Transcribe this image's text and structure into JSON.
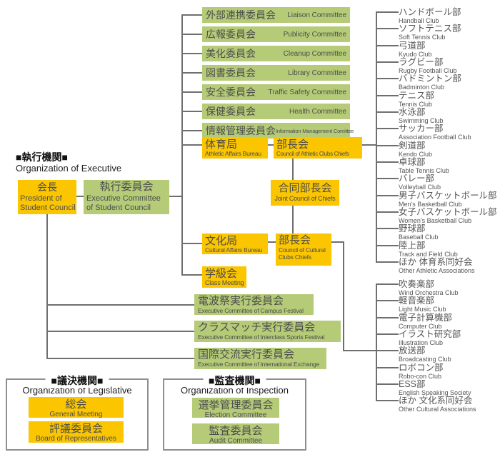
{
  "colors": {
    "orange": "#fbc600",
    "green": "#b5cb78",
    "line": "#6f6f6f",
    "text": "#4d4d4d"
  },
  "executive": {
    "title_jp": "■執行機関■",
    "title_en": "Organization of Executive",
    "president": {
      "jp": "会長",
      "en": "President of\nStudent Council"
    },
    "executive_committee": {
      "jp": "執行委員会",
      "en": "Executive Committee\nof Student Council"
    }
  },
  "committees": [
    {
      "jp": "外部連携委員会",
      "en": "Liaison Committee"
    },
    {
      "jp": "広報委員会",
      "en": "Publicity Committee"
    },
    {
      "jp": "美化委員会",
      "en": "Cleanup Committee"
    },
    {
      "jp": "図書委員会",
      "en": "Library Committee"
    },
    {
      "jp": "安全委員会",
      "en": "Traffic Safety Committee"
    },
    {
      "jp": "保健委員会",
      "en": "Health Committee"
    },
    {
      "jp": "情報管理委員会",
      "en": "Information Management Comittee"
    }
  ],
  "bureaus": {
    "athletic": {
      "jp": "体育局",
      "en": "Athletic Affairs Bureau"
    },
    "athletic_chiefs": {
      "jp": "部長会",
      "en": "Council of Athletic Clubs Chiefs"
    },
    "joint_chiefs": {
      "jp": "合同部長会",
      "en": "Joint Council of Chiefs"
    },
    "cultural": {
      "jp": "文化局",
      "en": "Cultural Affairs Bureau"
    },
    "cultural_chiefs": {
      "jp": "部長会",
      "en": "Council of Cultural\nClubs Chiefs"
    },
    "class_meeting": {
      "jp": "学級会",
      "en": "Class Meeting"
    }
  },
  "festival_committees": [
    {
      "jp": "電波祭実行委員会",
      "en": "Executive Committee of Campus Festival"
    },
    {
      "jp": "クラスマッチ実行委員会",
      "en": "Executive Committee of Interclass Sports Festival"
    },
    {
      "jp": "国際交流実行委員会",
      "en": "Executive Committee of International Exchange"
    }
  ],
  "legislative": {
    "title_jp": "■議決機関■",
    "title_en": "Organization of Legislative",
    "items": [
      {
        "jp": "総会",
        "en": "General Meeting"
      },
      {
        "jp": "評議委員会",
        "en": "Board of Representatives"
      }
    ]
  },
  "inspection": {
    "title_jp": "■監査機関■",
    "title_en": "Organization of Inspection",
    "items": [
      {
        "jp": "選挙管理委員会",
        "en": "Election Committee"
      },
      {
        "jp": "監査委員会",
        "en": "Audit Committee"
      }
    ]
  },
  "clubs": {
    "athletic": [
      {
        "jp": "ハンドボール部",
        "en": "Handball Club"
      },
      {
        "jp": "ソフトテニス部",
        "en": "Soft Tennis Club"
      },
      {
        "jp": "弓道部",
        "en": "Kyudo Club"
      },
      {
        "jp": "ラグビー部",
        "en": "Rugby Football Club"
      },
      {
        "jp": "バドミントン部",
        "en": "Badminton Club"
      },
      {
        "jp": "テニス部",
        "en": "Tennis Club"
      },
      {
        "jp": "水泳部",
        "en": "Swimming Club"
      },
      {
        "jp": "サッカー部",
        "en": "Association Football Club"
      },
      {
        "jp": "剣道部",
        "en": "Kendo Club"
      },
      {
        "jp": "卓球部",
        "en": "Table Tennis Club"
      },
      {
        "jp": "バレー部",
        "en": "Volleyball Club"
      },
      {
        "jp": "男子バスケットボール部",
        "en": "Men's Basketball Club"
      },
      {
        "jp": "女子バスケットボール部",
        "en": "Women's Basketball Club"
      },
      {
        "jp": "野球部",
        "en": "Baseball Club"
      },
      {
        "jp": "陸上部",
        "en": "Track and Field Club"
      },
      {
        "jp": "ほか 体育系同好会",
        "en": "Other Athletic Associations"
      }
    ],
    "cultural": [
      {
        "jp": "吹奏楽部",
        "en": "Wind Orchestra Club"
      },
      {
        "jp": "軽音楽部",
        "en": "Light Music Club"
      },
      {
        "jp": "電子計算機部",
        "en": "Computer Club"
      },
      {
        "jp": "イラスト研究部",
        "en": "Illustration Club"
      },
      {
        "jp": "放送部",
        "en": "Broadcasting Club"
      },
      {
        "jp": "ロボコン部",
        "en": "Robo-con Club"
      },
      {
        "jp": "ESS部",
        "en": "English Speaking Society"
      },
      {
        "jp": "ほか 文化系同好会",
        "en": "Other Cultural Associations"
      }
    ]
  }
}
